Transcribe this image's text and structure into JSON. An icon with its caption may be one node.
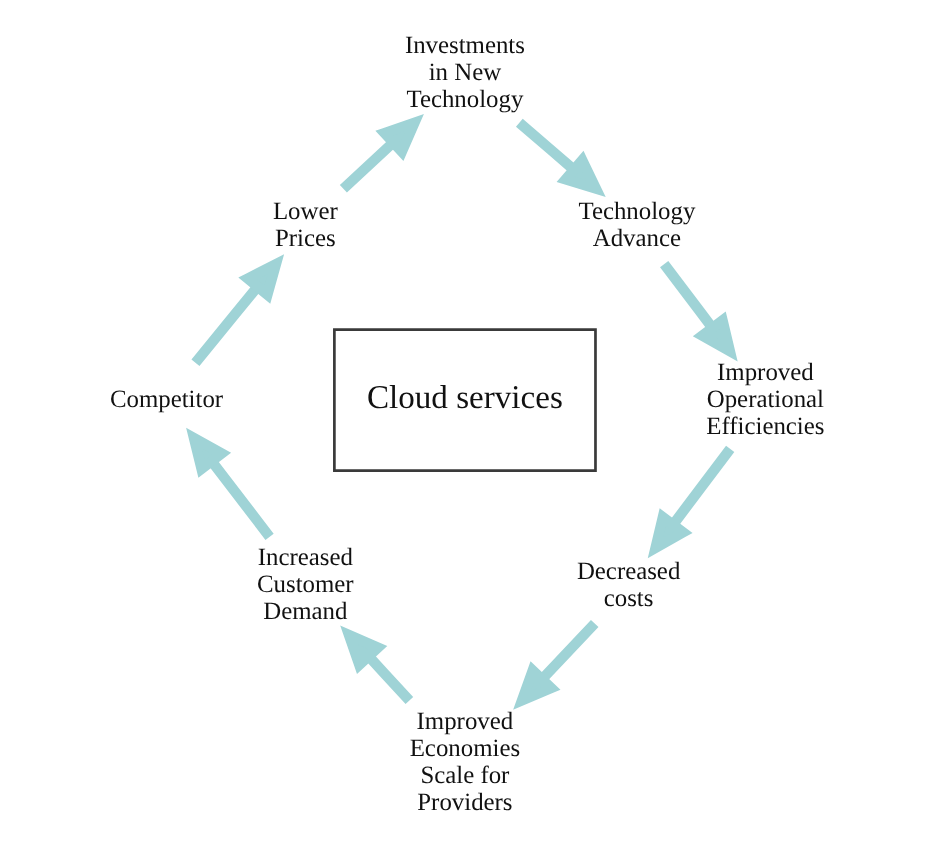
{
  "diagram": {
    "nodes": [
      {
        "text": [
          "Investments in New Technology"
        ]
      },
      {
        "text": [
          "Technology Advance"
        ]
      },
      {
        "text": [
          "Improved Operational Efficiencies"
        ]
      },
      {
        "text": [
          "Decreased costs"
        ]
      },
      {
        "text": [
          "Improved Economies Scale for Providers"
        ]
      },
      {
        "text": [
          "Increased Customer Demand"
        ]
      },
      {
        "text": [
          "Competitor"
        ]
      },
      {
        "text": [
          "Lower Prices"
        ]
      },
      {
        "text": [
          "Cloud services"
        ]
      }
    ],
    "edges": [
      {
        "from": 0,
        "to": 1,
        "arrow": "to"
      },
      {
        "from": 1,
        "to": 2,
        "arrow": "to"
      },
      {
        "from": 2,
        "to": 3,
        "arrow": "to"
      },
      {
        "from": 3,
        "to": 4,
        "arrow": "to"
      },
      {
        "from": 4,
        "to": 5,
        "arrow": "to"
      },
      {
        "from": 5,
        "to": 6,
        "arrow": "to"
      },
      {
        "from": 6,
        "to": 7,
        "arrow": "to"
      },
      {
        "from": 7,
        "to": 0,
        "arrow": "to"
      }
    ]
  }
}
